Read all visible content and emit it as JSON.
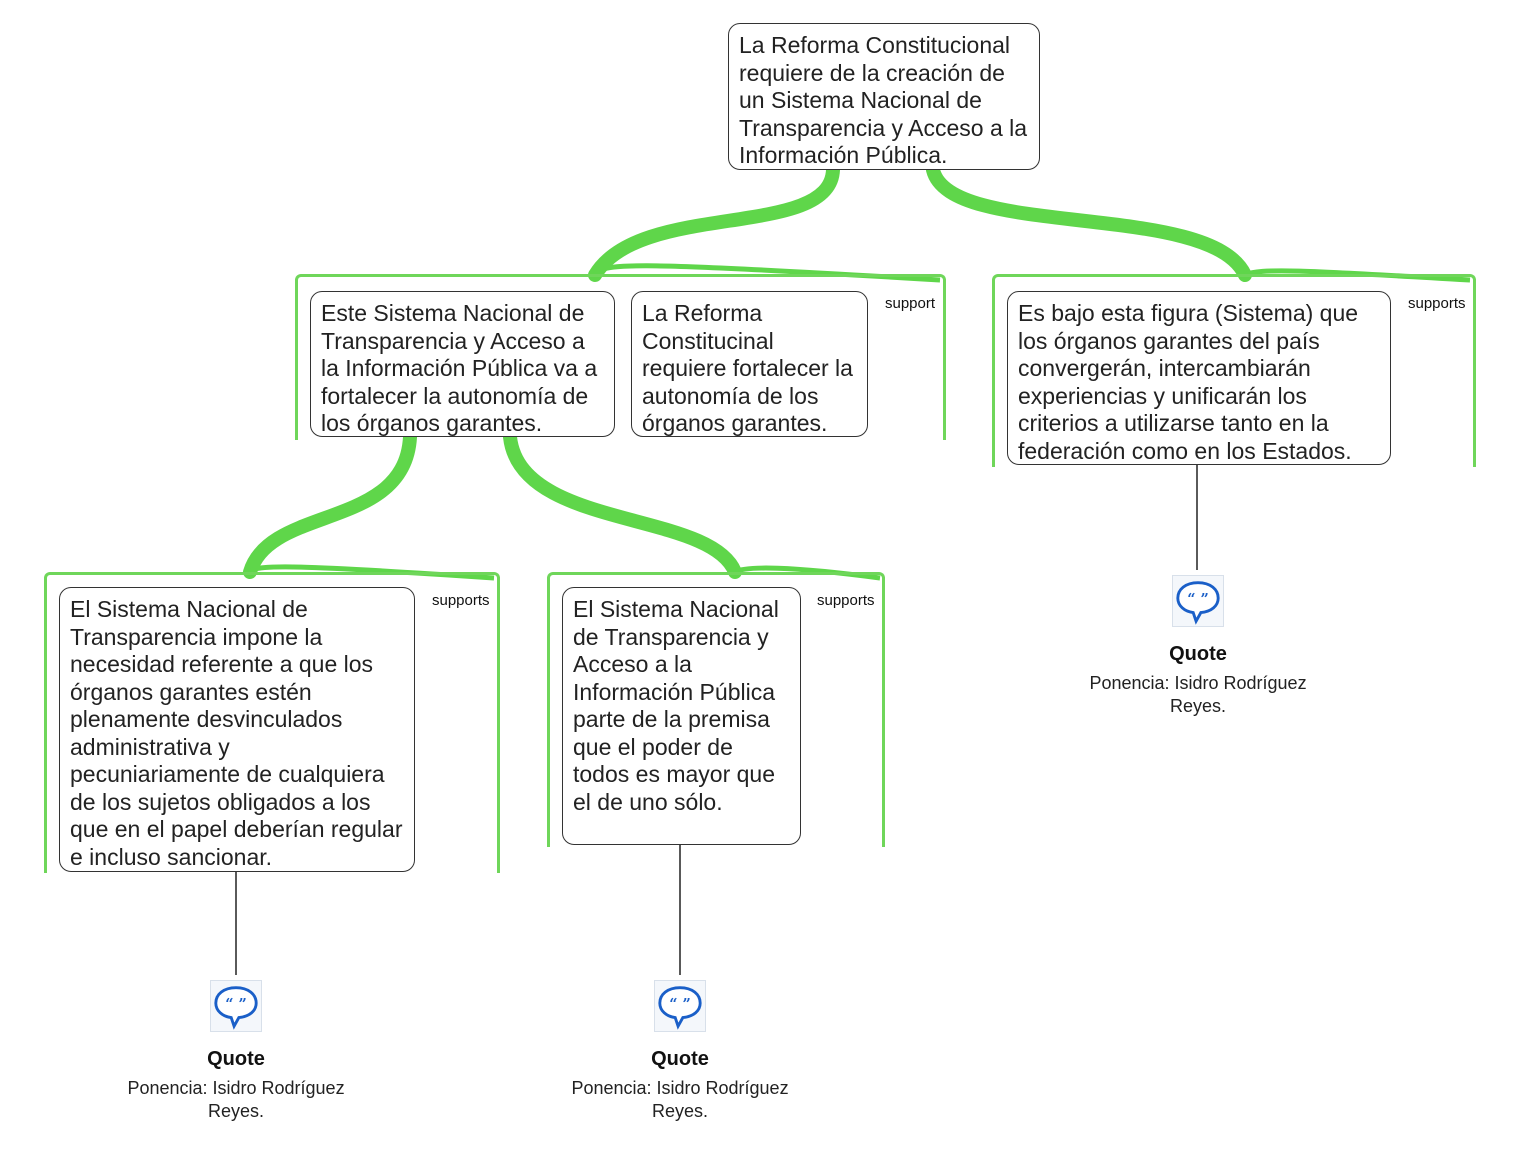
{
  "nodes": {
    "root": "La Reforma Constitucional requiere de la creación de un Sistema  Nacional de Transparencia y Acceso a la Información Pública.",
    "mid_left_a": "Este Sistema Nacional de Transparencia y Acceso a la Información Pública va a fortalecer la autonomía de los órganos garantes.",
    "mid_left_b": "La Reforma Constitucinal requiere fortalecer la autonomía de los órganos garantes.",
    "mid_right": "Es bajo esta figura (Sistema) que los órganos garantes del país convergerán, intercambiarán experiencias y unificarán los criterios a utilizarse tanto en la federación como en los Estados.",
    "bottom_left": "El Sistema Nacional de Transparencia impone la necesidad referente a que los órganos garantes estén plenamente desvinculados administrativa y pecuniariamente de cualquiera de los sujetos obligados a los que en el papel deberían regular e incluso sancionar.",
    "bottom_mid": "El Sistema Nacional de Transparencia y Acceso a la Información Pública parte de la premisa que el poder de todos es mayor que el de uno sólo."
  },
  "labels": {
    "group_mid_left": "support",
    "group_mid_right": "supports",
    "group_bottom_left": "supports",
    "group_bottom_mid": "supports"
  },
  "quotes": [
    {
      "title": "Quote",
      "source": "Ponencia: Isidro Rodríguez Reyes."
    },
    {
      "title": "Quote",
      "source": "Ponencia: Isidro Rodríguez Reyes."
    },
    {
      "title": "Quote",
      "source": "Ponencia: Isidro Rodríguez Reyes."
    }
  ],
  "colors": {
    "link": "#5fd64a",
    "node_border": "#333333",
    "quote_icon": "#1a5fc8"
  },
  "icons": {
    "quote": "speech-bubble-quote-icon"
  }
}
